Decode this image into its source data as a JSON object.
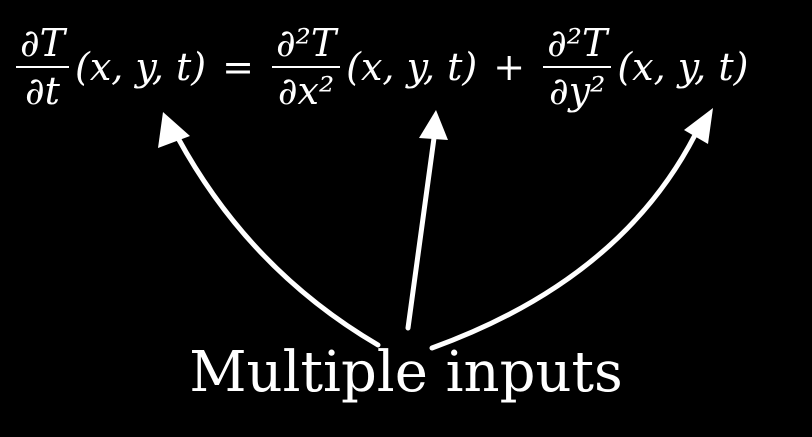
{
  "equation": {
    "lhs": {
      "num": "∂T",
      "den": "∂t",
      "args": "(x, y, t)"
    },
    "eq_sign": "=",
    "term1": {
      "num": "∂²T",
      "den": "∂x²",
      "args": "(x, y, t)"
    },
    "plus_sign": "+",
    "term2": {
      "num": "∂²T",
      "den": "∂y²",
      "args": "(x, y, t)"
    }
  },
  "caption": "Multiple inputs",
  "colors": {
    "background": "#000000",
    "foreground": "#ffffff"
  }
}
